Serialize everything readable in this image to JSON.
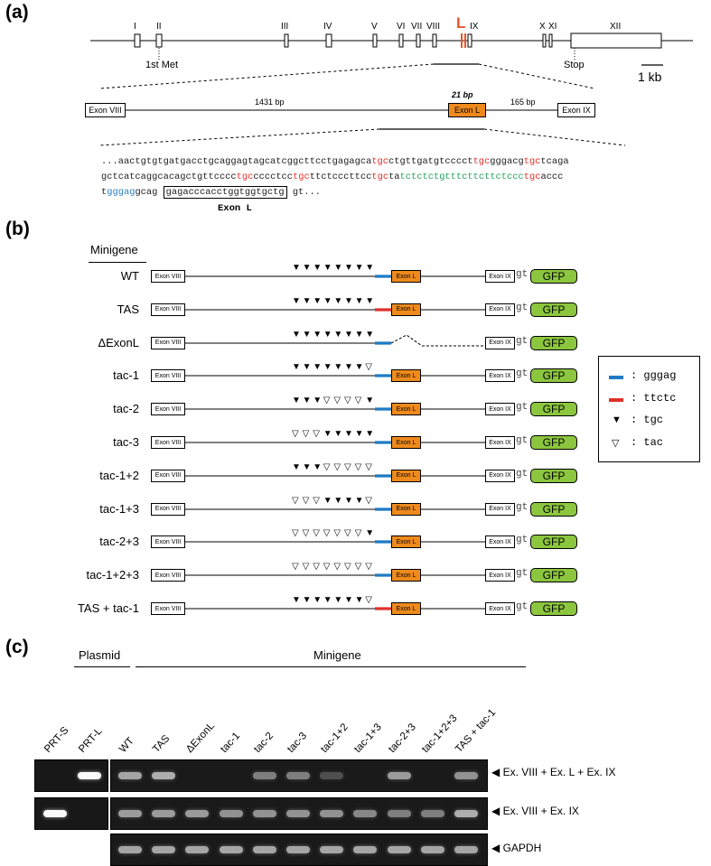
{
  "panels": {
    "a": "(a)",
    "b": "(b)",
    "c": "(c)"
  },
  "panel_a": {
    "exons": [
      "I",
      "II",
      "III",
      "IV",
      "V",
      "VI",
      "VII",
      "VIII",
      "L",
      "IX",
      "X",
      "XI",
      "XII"
    ],
    "first_met": "1st Met",
    "stop": "Stop",
    "scale": "1 kb",
    "zoom": {
      "left_exon": "Exon VIII",
      "right_exon": "Exon IX",
      "middle_exon": "Exon L",
      "left_bp": "1431 bp",
      "exon_bp": "21 bp",
      "right_bp": "165 bp"
    },
    "sequence": {
      "line1": [
        {
          "t": "...aactgtgtgatgacctgcaggagtagcatcggcttcctgagagca",
          "c": ""
        },
        {
          "t": "tgc",
          "c": "red"
        },
        {
          "t": "ctgttgatgtcccct",
          "c": ""
        },
        {
          "t": "tgc",
          "c": "red"
        },
        {
          "t": "gggacg",
          "c": ""
        },
        {
          "t": "tgc",
          "c": "red"
        },
        {
          "t": "tcaga",
          "c": ""
        }
      ],
      "line2": [
        {
          "t": "gctcatcaggcacagctgttcccc",
          "c": ""
        },
        {
          "t": "tgc",
          "c": "red"
        },
        {
          "t": "cccctcc",
          "c": ""
        },
        {
          "t": "tgc",
          "c": "red"
        },
        {
          "t": "ttctcccttcc",
          "c": ""
        },
        {
          "t": "tgc",
          "c": "red"
        },
        {
          "t": "ta",
          "c": ""
        },
        {
          "t": "tctctctgtttcttcttctccc",
          "c": "green"
        },
        {
          "t": "tgc",
          "c": "red"
        },
        {
          "t": "accc",
          "c": ""
        }
      ],
      "line3_pre": "t",
      "line3_blue": "gggag",
      "line3_mid": "gcag ",
      "line3_boxed": "gagacccacctggtggtgctg",
      "line3_post": " gt...",
      "exon_label": "Exon L"
    }
  },
  "panel_b": {
    "header": "Minigene",
    "exon_left": "Exon VIII",
    "exon_mid": "Exon L",
    "exon_right": "Exon IX",
    "gt": "gt",
    "gfp": "GFP",
    "rows": [
      {
        "label": "WT",
        "tri": [
          1,
          1,
          1,
          1,
          1,
          1,
          1,
          1
        ],
        "linker": "blue",
        "exon": true
      },
      {
        "label": "TAS",
        "tri": [
          1,
          1,
          1,
          1,
          1,
          1,
          1,
          1
        ],
        "linker": "red",
        "exon": true
      },
      {
        "label": "ΔExonL",
        "tri": [
          1,
          1,
          1,
          1,
          1,
          1,
          1,
          1
        ],
        "linker": "blue",
        "exon": false
      },
      {
        "label": "tac-1",
        "tri": [
          1,
          1,
          1,
          1,
          1,
          1,
          1,
          0
        ],
        "linker": "blue",
        "exon": true
      },
      {
        "label": "tac-2",
        "tri": [
          1,
          1,
          1,
          0,
          0,
          0,
          0,
          1
        ],
        "linker": "blue",
        "exon": true
      },
      {
        "label": "tac-3",
        "tri": [
          0,
          0,
          0,
          1,
          1,
          1,
          1,
          1
        ],
        "linker": "blue",
        "exon": true
      },
      {
        "label": "tac-1+2",
        "tri": [
          1,
          1,
          1,
          0,
          0,
          0,
          0,
          0
        ],
        "linker": "blue",
        "exon": true
      },
      {
        "label": "tac-1+3",
        "tri": [
          0,
          0,
          0,
          1,
          1,
          1,
          1,
          0
        ],
        "linker": "blue",
        "exon": true
      },
      {
        "label": "tac-2+3",
        "tri": [
          0,
          0,
          0,
          0,
          0,
          0,
          0,
          1
        ],
        "linker": "blue",
        "exon": true
      },
      {
        "label": "tac-1+2+3",
        "tri": [
          0,
          0,
          0,
          0,
          0,
          0,
          0,
          0
        ],
        "linker": "blue",
        "exon": true
      },
      {
        "label": "TAS + tac-1",
        "tri": [
          1,
          1,
          1,
          1,
          1,
          1,
          1,
          0
        ],
        "linker": "red",
        "exon": true
      }
    ],
    "legend": [
      {
        "sym": "line-blue",
        "text": ": gggag",
        "color": "#1f7bc4"
      },
      {
        "sym": "line-red",
        "text": ": ttctc",
        "color": "#e0302a"
      },
      {
        "sym": "▼",
        "text": ": tgc"
      },
      {
        "sym": "▽",
        "text": ": tac"
      }
    ]
  },
  "panel_c": {
    "plasmid": "Plasmid",
    "minigene": "Minigene",
    "plasmid_lanes": [
      "PRT-S",
      "PRT-L"
    ],
    "minigene_lanes": [
      "WT",
      "TAS",
      "ΔExonL",
      "tac-1",
      "tac-2",
      "tac-3",
      "tac-1+2",
      "tac-1+3",
      "tac-2+3",
      "tac-1+2+3",
      "TAS + tac-1"
    ],
    "row_labels": [
      "Ex. VIII + Ex. L + Ex. IX",
      "Ex. VIII + Ex. IX",
      "GAPDH"
    ],
    "bands_row1_plasmid": [
      0,
      1.0
    ],
    "bands_row1": [
      0.55,
      0.6,
      0,
      0,
      0.35,
      0.35,
      0.1,
      0,
      0.5,
      0,
      0.45
    ],
    "bands_row2_plasmid": [
      1.0,
      0
    ],
    "bands_row2": [
      0.5,
      0.5,
      0.5,
      0.45,
      0.45,
      0.45,
      0.45,
      0.4,
      0.35,
      0.35,
      0.6
    ],
    "bands_row3": [
      0.55,
      0.55,
      0.55,
      0.55,
      0.55,
      0.55,
      0.55,
      0.55,
      0.55,
      0.55,
      0.55
    ]
  }
}
